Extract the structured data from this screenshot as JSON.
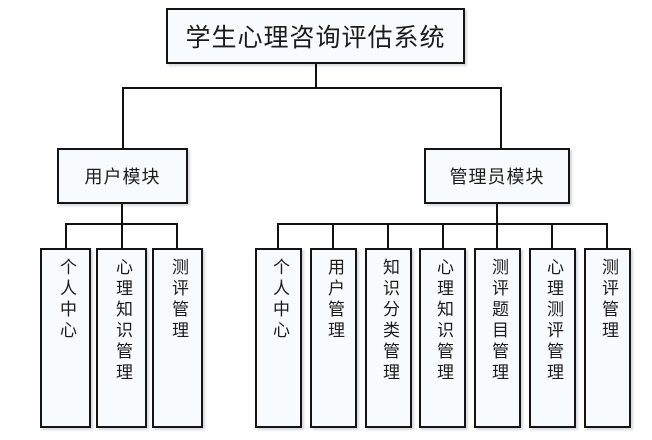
{
  "diagram": {
    "title_box": {
      "label": "学生心理咨询评估系统"
    },
    "modules": [
      {
        "id": "user-module",
        "label": "用户模块",
        "children": [
          {
            "id": "user-personal-center",
            "label": "个人中心"
          },
          {
            "id": "user-knowledge-management",
            "label": "心理知识管理"
          },
          {
            "id": "user-assessment-management",
            "label": "测评管理"
          }
        ]
      },
      {
        "id": "admin-module",
        "label": "管理员模块",
        "children": [
          {
            "id": "admin-personal-center",
            "label": "个人中心"
          },
          {
            "id": "admin-user-management",
            "label": "用户管理"
          },
          {
            "id": "admin-knowledge-category-management",
            "label": "知识分类管理"
          },
          {
            "id": "admin-knowledge-management",
            "label": "心理知识管理"
          },
          {
            "id": "admin-question-management",
            "label": "测评题目管理"
          },
          {
            "id": "admin-psych-assessment-management",
            "label": "心理测评管理"
          },
          {
            "id": "admin-assessment-management",
            "label": "测评管理"
          }
        ]
      }
    ],
    "colors": {
      "border": "#141414",
      "box_fill": "#f8fbfe",
      "line": "#111111",
      "background": "#ffffff",
      "text": "#1b1b1b"
    }
  }
}
